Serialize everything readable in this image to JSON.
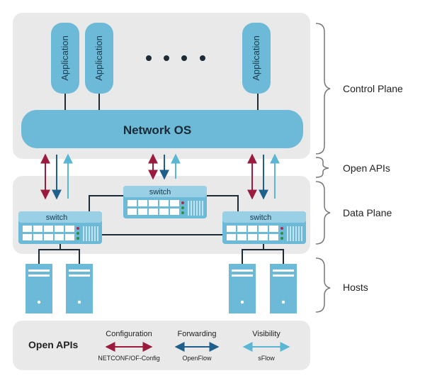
{
  "applications": [
    {
      "label": "Application"
    },
    {
      "label": "Application"
    },
    {
      "label": "Application"
    }
  ],
  "network_os": {
    "label": "Network OS"
  },
  "switches": [
    {
      "label": "switch"
    },
    {
      "label": "switch"
    },
    {
      "label": "switch"
    }
  ],
  "brackets": {
    "control_plane": "Control Plane",
    "open_apis": "Open APIs",
    "data_plane": "Data Plane",
    "hosts": "Hosts"
  },
  "legend": {
    "title": "Open APIs",
    "items": [
      {
        "category": "Configuration",
        "protocol": "NETCONF/OF-Config",
        "color": "#9b1b3e"
      },
      {
        "category": "Forwarding",
        "protocol": "OpenFlow",
        "color": "#1e5f8c"
      },
      {
        "category": "Visibility",
        "protocol": "sFlow",
        "color": "#5ab7d3"
      }
    ]
  },
  "colors": {
    "panel": "#e9e9e9",
    "primary": "#6cbad8",
    "dark": "#1d2b36",
    "config": "#9b1b3e",
    "forwarding": "#1e5f8c",
    "visibility": "#5ab7d3"
  }
}
